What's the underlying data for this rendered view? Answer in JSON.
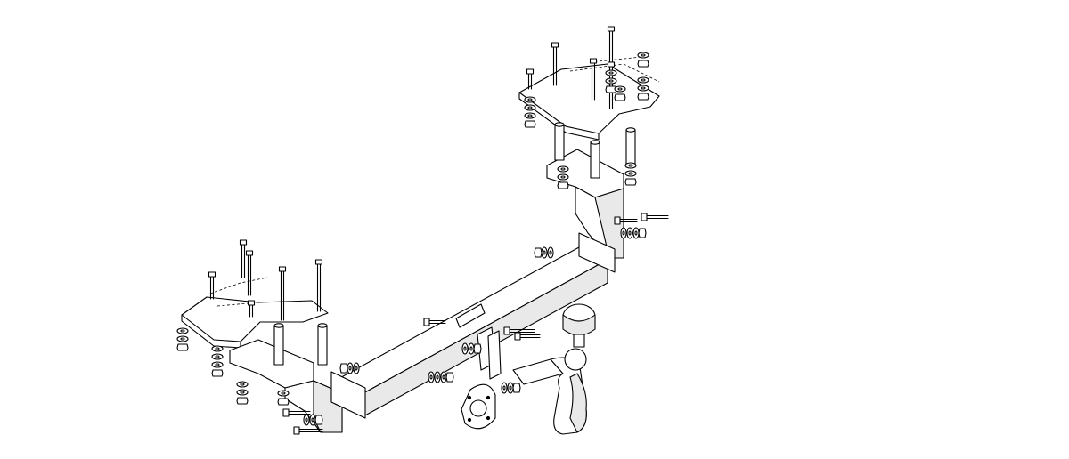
{
  "colors": {
    "line": "#000000",
    "background": "#ffffff",
    "shade": "#e9e9e9"
  },
  "parts": [
    "crossbar",
    "left-bracket-plate",
    "left-side-bracket",
    "right-bracket-plate",
    "right-side-bracket",
    "spacer-tube",
    "bolt",
    "washer",
    "nut",
    "tow-ball-neck",
    "tow-ball",
    "socket-mounting-plate"
  ]
}
